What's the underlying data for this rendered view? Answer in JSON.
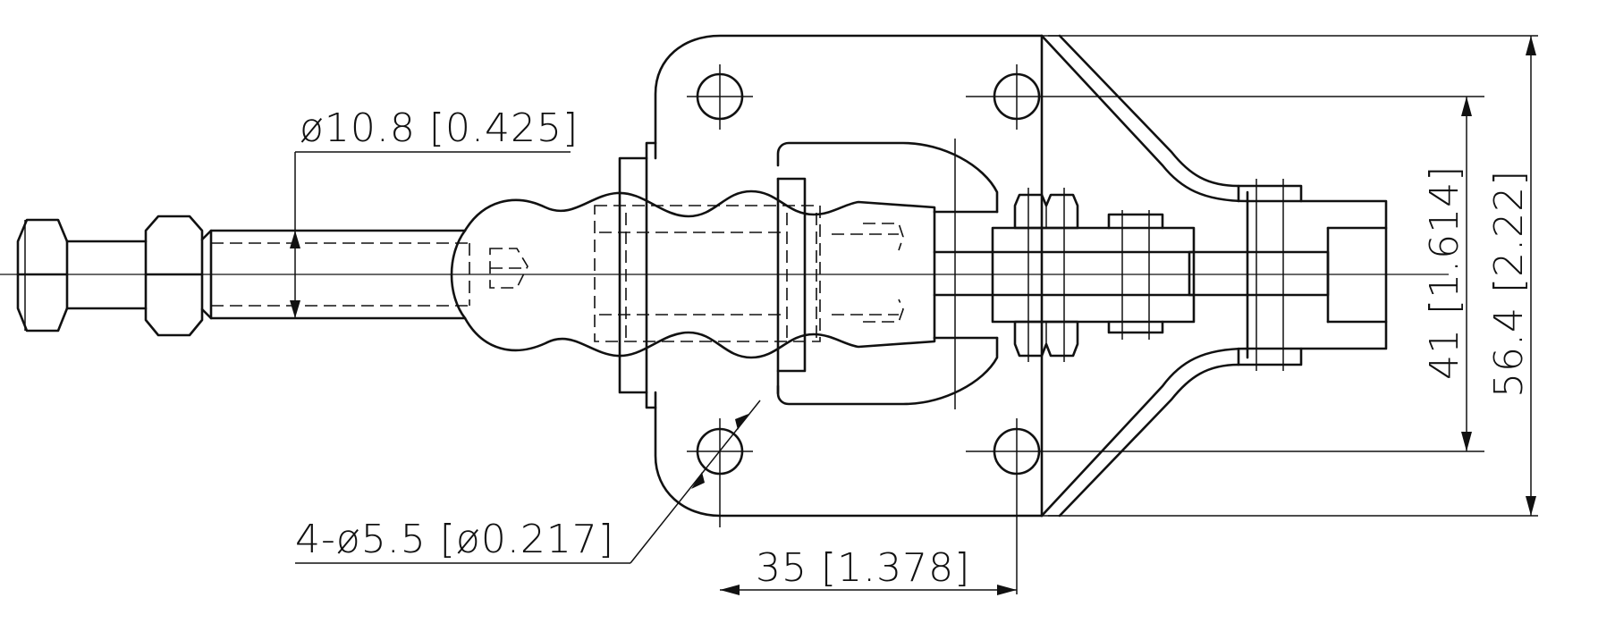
{
  "dimensions": {
    "rod_diameter": "ø10.8 [0.425]",
    "hole_spec": "4-ø5.5 [ø0.217]",
    "hole_spacing_horizontal": "35 [1.378]",
    "hole_spacing_vertical": "41 [1.614]",
    "overall_height": "56.4 [2.22]"
  }
}
